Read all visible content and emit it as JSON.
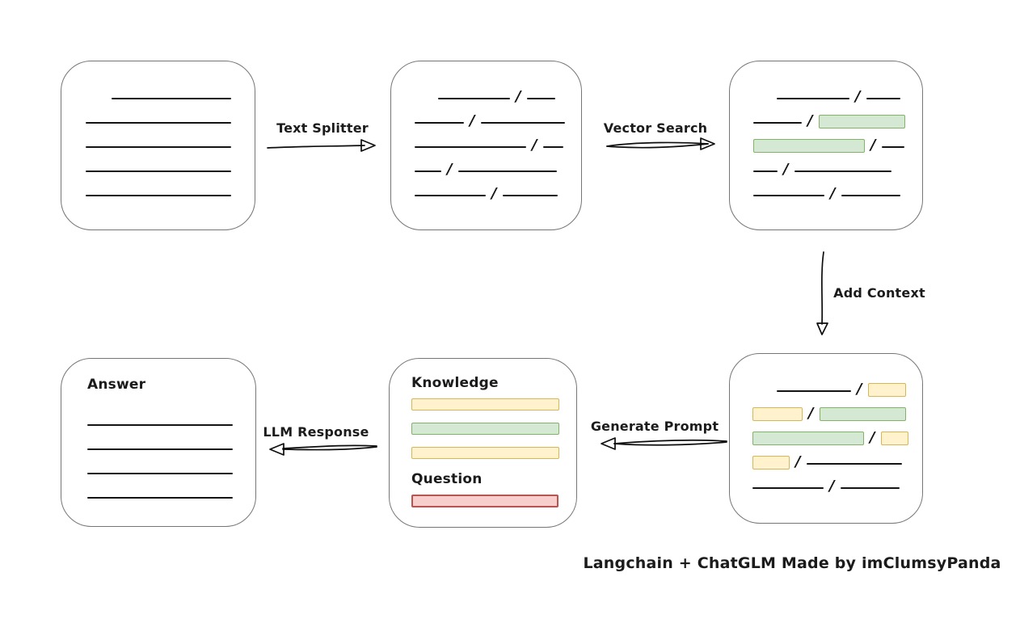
{
  "caption": "Langchain + ChatGLM Made by imClumsyPanda",
  "slash_char": "/",
  "arrows": {
    "text_splitter": "Text Splitter",
    "vector_search": "Vector Search",
    "add_context": "Add Context",
    "generate_prompt": "Generate Prompt",
    "llm_response": "LLM Response"
  },
  "prompt_box": {
    "knowledge_label": "Knowledge",
    "question_label": "Question",
    "knowledge_chunks": [
      "yellow",
      "green",
      "yellow"
    ],
    "question_chunk": "red"
  },
  "answer_box": {
    "label": "Answer"
  },
  "colors": {
    "green_fill": "#d5e8d4",
    "green_stroke": "#82b366",
    "yellow_fill": "#fff2cc",
    "yellow_stroke": "#d6b656",
    "red_fill": "#f8cecc",
    "red_stroke": "#b85450",
    "box_stroke": "#767676",
    "line_color": "#141414"
  },
  "boxes": {
    "source_document": {
      "rows": [
        {
          "indent": 32,
          "segments": [
            {
              "t": "line",
              "w": 148
            }
          ]
        },
        {
          "segments": [
            {
              "t": "line",
              "w": 180
            }
          ]
        },
        {
          "segments": [
            {
              "t": "line",
              "w": 180
            }
          ]
        },
        {
          "segments": [
            {
              "t": "line",
              "w": 180
            }
          ]
        },
        {
          "segments": [
            {
              "t": "line",
              "w": 180
            }
          ]
        }
      ]
    },
    "split_chunks": {
      "rows": [
        {
          "indent": 29,
          "segments": [
            {
              "t": "line",
              "w": 89
            },
            {
              "t": "slash"
            },
            {
              "t": "line",
              "w": 35
            }
          ]
        },
        {
          "segments": [
            {
              "t": "line",
              "w": 61
            },
            {
              "t": "slash"
            },
            {
              "t": "line",
              "w": 104
            }
          ]
        },
        {
          "segments": [
            {
              "t": "line",
              "w": 138
            },
            {
              "t": "slash"
            },
            {
              "t": "line",
              "w": 25
            }
          ]
        },
        {
          "segments": [
            {
              "t": "line",
              "w": 33
            },
            {
              "t": "slash"
            },
            {
              "t": "line",
              "w": 122
            }
          ]
        },
        {
          "segments": [
            {
              "t": "line",
              "w": 88
            },
            {
              "t": "slash"
            },
            {
              "t": "line",
              "w": 68
            }
          ]
        }
      ]
    },
    "search_result": {
      "rows": [
        {
          "indent": 29,
          "segments": [
            {
              "t": "line",
              "w": 90
            },
            {
              "t": "slash"
            },
            {
              "t": "line",
              "w": 42
            }
          ]
        },
        {
          "segments": [
            {
              "t": "line",
              "w": 60
            },
            {
              "t": "slash"
            },
            {
              "t": "green",
              "w": 107
            }
          ]
        },
        {
          "segments": [
            {
              "t": "green",
              "w": 138
            },
            {
              "t": "slash"
            },
            {
              "t": "line",
              "w": 28
            }
          ]
        },
        {
          "segments": [
            {
              "t": "line",
              "w": 30
            },
            {
              "t": "slash"
            },
            {
              "t": "line",
              "w": 120
            }
          ]
        },
        {
          "segments": [
            {
              "t": "line",
              "w": 88
            },
            {
              "t": "slash"
            },
            {
              "t": "line",
              "w": 73
            }
          ]
        }
      ]
    },
    "context_chunks": {
      "rows": [
        {
          "indent": 30,
          "segments": [
            {
              "t": "line",
              "w": 92
            },
            {
              "t": "slash"
            },
            {
              "t": "yellow",
              "w": 47
            }
          ]
        },
        {
          "segments": [
            {
              "t": "yellow",
              "w": 62
            },
            {
              "t": "slash"
            },
            {
              "t": "green",
              "w": 107
            }
          ]
        },
        {
          "segments": [
            {
              "t": "green",
              "w": 138
            },
            {
              "t": "slash"
            },
            {
              "t": "yellow",
              "w": 34
            }
          ]
        },
        {
          "segments": [
            {
              "t": "yellow",
              "w": 46
            },
            {
              "t": "slash"
            },
            {
              "t": "line",
              "w": 118
            }
          ]
        },
        {
          "segments": [
            {
              "t": "line",
              "w": 88
            },
            {
              "t": "slash"
            },
            {
              "t": "line",
              "w": 73
            }
          ]
        }
      ]
    },
    "answer_lines": {
      "rows": [
        {
          "segments": [
            {
              "t": "line",
              "w": 180
            }
          ]
        },
        {
          "segments": [
            {
              "t": "line",
              "w": 180
            }
          ]
        },
        {
          "segments": [
            {
              "t": "line",
              "w": 180
            }
          ]
        },
        {
          "segments": [
            {
              "t": "line",
              "w": 180
            }
          ]
        }
      ]
    }
  }
}
